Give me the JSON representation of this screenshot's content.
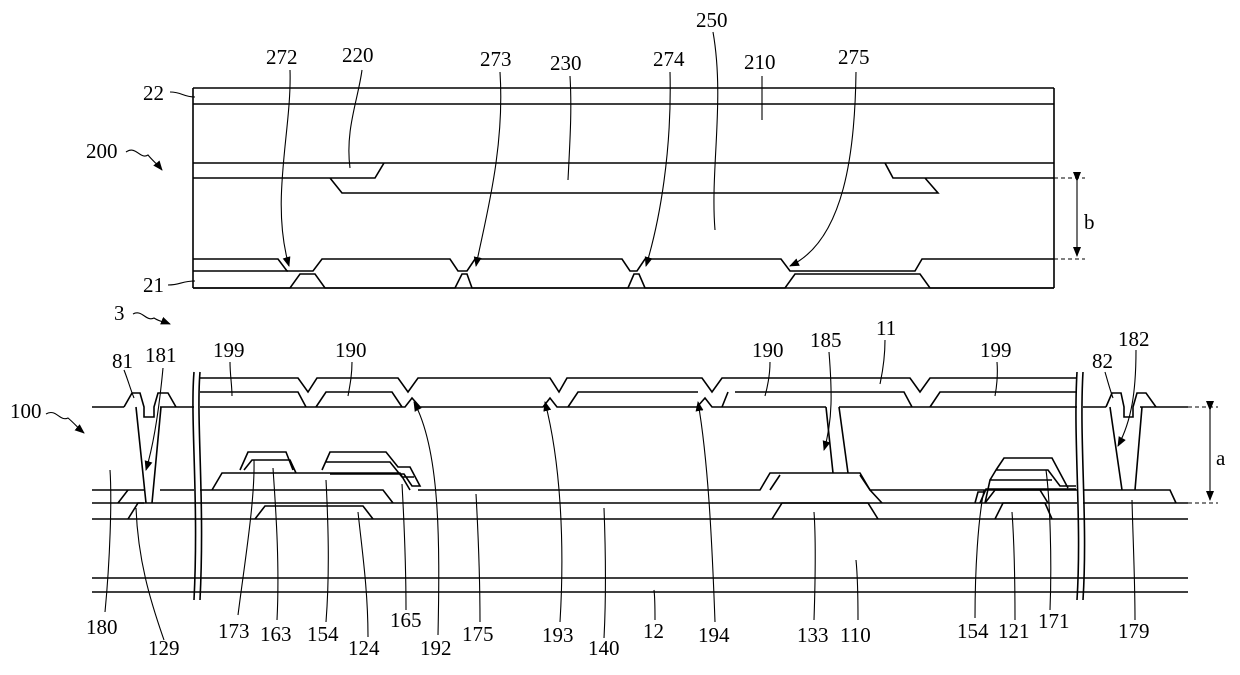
{
  "figure": {
    "labels": {
      "l22": "22",
      "l200": "200",
      "l21": "21",
      "l3": "3",
      "l100": "100",
      "l272": "272",
      "l220": "220",
      "l273": "273",
      "l230": "230",
      "l274": "274",
      "l250": "250",
      "l210": "210",
      "l275": "275",
      "lb": "b",
      "l81": "81",
      "l181": "181",
      "l199a": "199",
      "l190a": "190",
      "l190b": "190",
      "l185": "185",
      "l11": "11",
      "l199b": "199",
      "l82": "82",
      "l182": "182",
      "la": "a",
      "l180": "180",
      "l129": "129",
      "l173": "173",
      "l163": "163",
      "l154a": "154",
      "l124": "124",
      "l165": "165",
      "l192": "192",
      "l175": "175",
      "l193": "193",
      "l140": "140",
      "l12": "12",
      "l194": "194",
      "l133": "133",
      "l110": "110",
      "l154b": "154",
      "l121": "121",
      "l171": "171",
      "l179": "179"
    }
  }
}
